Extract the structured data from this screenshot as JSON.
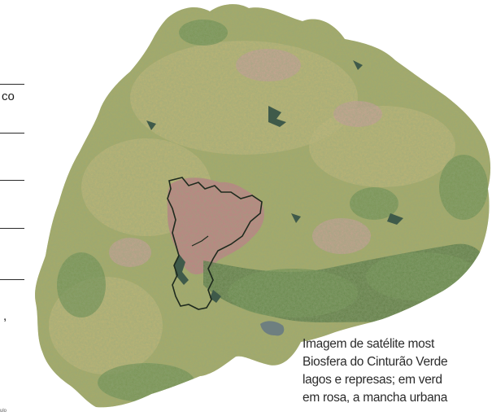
{
  "left_column": {
    "fragments": [
      "co",
      ","
    ],
    "footnote": "ulo"
  },
  "caption": {
    "lines": [
      "Imagem de satélite most",
      "Biosfera do Cinturão Verde",
      "lagos e represas; em verd",
      "em rosa, a mancha urbana"
    ]
  },
  "map": {
    "palette": {
      "vegetation": "#a9ae62",
      "vegetation_light": "#cfc07a",
      "forest": "#5f8a44",
      "forest_dark": "#3f6a33",
      "urban": "#c97b86",
      "urban_light": "#d7a0a3",
      "water": "#3f5a4a",
      "boundary": "#1e2a1e"
    },
    "icons": [
      "municipal-boundary-outline",
      "reservoir-shapes"
    ]
  }
}
